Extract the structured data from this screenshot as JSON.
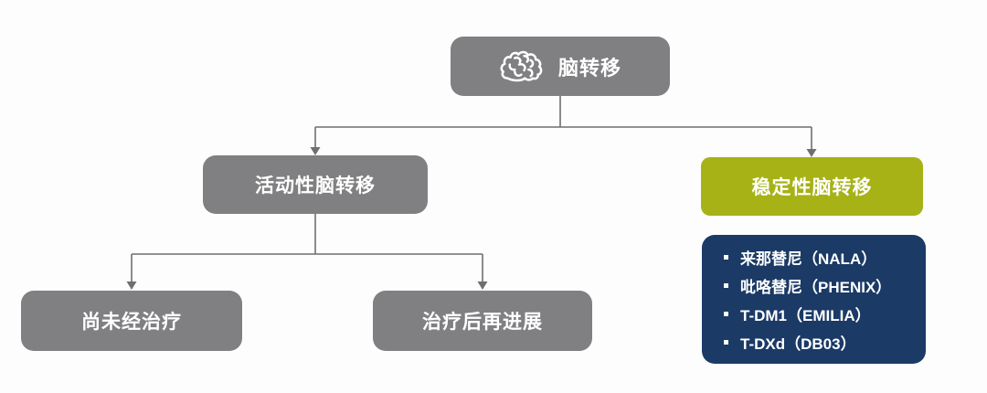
{
  "diagram": {
    "root": {
      "label": "脑转移",
      "icon": "brain-icon"
    },
    "active": {
      "label": "活动性脑转移"
    },
    "stable": {
      "label": "稳定性脑转移"
    },
    "untreated": {
      "label": "尚未经治疗"
    },
    "progressed": {
      "label": "治疗后再进展"
    },
    "stable_trials": {
      "items": [
        "来那替尼（NALA）",
        "吡咯替尼（PHENIX）",
        "T-DM1（EMILIA）",
        "T-DXd（DB03）"
      ]
    }
  },
  "colors": {
    "node_gray": "#808082",
    "stable_green": "#a6b216",
    "trials_navy": "#1b3a66",
    "connector_gray": "#6f6f71",
    "text_white": "#ffffff",
    "background": "#fdfdfd"
  }
}
